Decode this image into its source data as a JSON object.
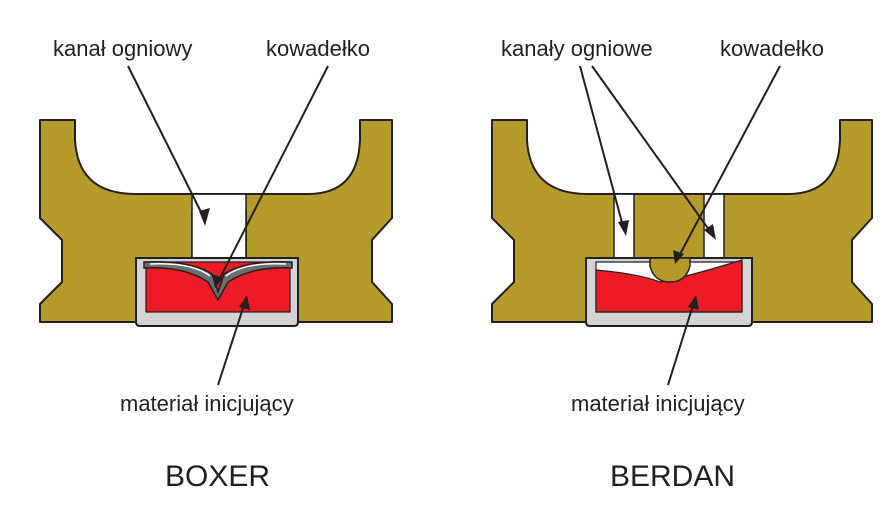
{
  "boxer": {
    "label_channel": "kanał ogniowy",
    "label_anvil": "kowadełko",
    "label_material": "materiał inicjujący",
    "caption": "BOXER"
  },
  "berdan": {
    "label_channels": "kanały ogniowe",
    "label_anvil": "kowadełko",
    "label_material": "materiał inicjujący",
    "caption": "BERDAN"
  },
  "colors": {
    "brass": "#b49b2a",
    "priming": "#ed1c24",
    "cup": "#d1d3d4",
    "outline": "#231f20"
  }
}
